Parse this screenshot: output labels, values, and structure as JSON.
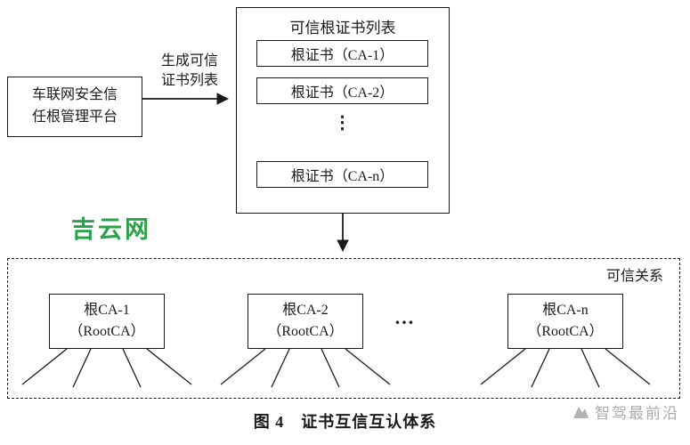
{
  "platform_box": {
    "label": "车联网安全信\n任根管理平台"
  },
  "arrow": {
    "label": "生成可信\n证书列表"
  },
  "cert_list": {
    "title": "可信根证书列表",
    "items": [
      "根证书（CA-1）",
      "根证书（CA-2）",
      "根证书（CA-n）"
    ],
    "ellipsis": "⋮"
  },
  "trust_zone": {
    "label": "可信关系",
    "ellipsis": "...",
    "nodes": [
      {
        "name": "根CA-1",
        "sub": "（RootCA）"
      },
      {
        "name": "根CA-2",
        "sub": "（RootCA）"
      },
      {
        "name": "根CA-n",
        "sub": "（RootCA）"
      }
    ]
  },
  "caption": "图 4　证书互信互认体系",
  "watermarks": {
    "site": "吉云网",
    "brand": "智驾最前沿"
  },
  "colors": {
    "watermark_green": "#2ca04a",
    "brand_gray": "#ababab",
    "line": "#1a1a1a"
  }
}
